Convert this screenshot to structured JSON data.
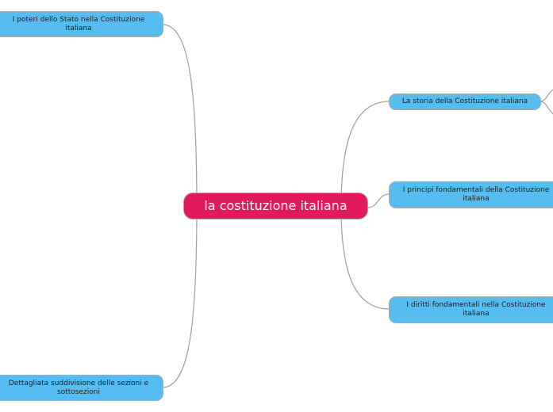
{
  "colors": {
    "central_fill": "#e21a5d",
    "topic_fill": "#56bdf0",
    "connector": "#a0a0a0"
  },
  "central": {
    "label": "la costituzione italiana"
  },
  "topics": {
    "poteri": "I poteri dello Stato nella Costituzione italiana",
    "suddivisione": "Dettagliata suddivisione delle sezioni e sottosezioni",
    "storia": "La storia della Costituzione italiana",
    "principi": "I principi fondamentali della Costituzione italiana",
    "diritti": "I diritti fondamentali nella Costituzione italiana"
  }
}
